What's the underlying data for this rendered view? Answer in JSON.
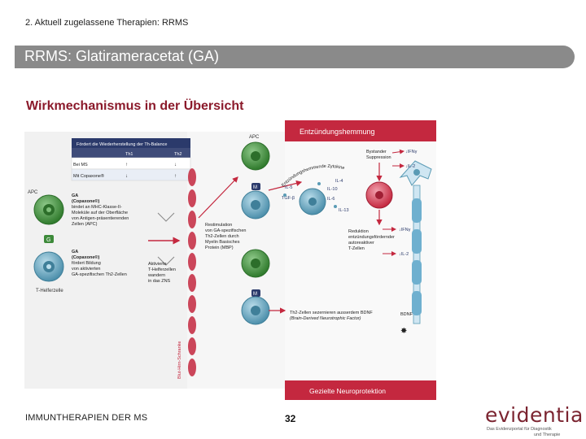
{
  "breadcrumb": "2. Aktuell zugelassene Therapien: RRMS",
  "title": "RRMS: Glatirameracetat (GA)",
  "subtitle": "Wirkmechanismus in der Übersicht",
  "figure": {
    "table": {
      "header": "Fördert die Wiederherstellung der Th-Balance",
      "col1": "Th1",
      "col2": "Th2",
      "row1_label": "Bei MS",
      "row1_v1": "↑",
      "row1_v2": "↓",
      "row2_label": "Mit Copaxone®",
      "row2_v1": "↓",
      "row2_v2": "↑"
    },
    "apc_label_left": "APC",
    "apc_label_top": "APC",
    "ga_block_1": [
      "GA",
      "(Copaxone®)",
      "bindet an MHC-Klasse-II-",
      "Moleküle auf der Oberfläche",
      "von Antigen-präsentierenden",
      "Zellen (APC)"
    ],
    "ga_block_2": [
      "GA",
      "(Copaxone®)",
      "fördert Bildung",
      "von aktivierten",
      "GA-spezifischen Th2-Zellen"
    ],
    "t_cell_label": "T-Helferzelle",
    "activated_label": [
      "Aktivierte",
      "T-Helferzellen",
      "wandern",
      "in das ZNS"
    ],
    "restim_label": [
      "Restimulation",
      "von GA-spezifischen",
      "Th2-Zellen durch",
      "Myelin Basisches",
      "Protein (MBP)"
    ],
    "bbb_label": "Blut-Hirn-Schranke",
    "header_box": "Entzündungshemmung",
    "bystander": [
      "Bystander",
      "Suppression"
    ],
    "curve_label": "Entzündungshemmende Zytokine",
    "cytokines_left": [
      "IL-5",
      "TGF-β"
    ],
    "cytokines_right": [
      "IL-4",
      "IL-10",
      "IL-6",
      "IL-13"
    ],
    "right_labels": [
      "↓IFNγ",
      "↓IL-2",
      "↓IFNγ",
      "↓IL-2"
    ],
    "reduction_label": [
      "Reduktion",
      "entzündungsfördernder",
      "autoreaktiver",
      "T-Zellen"
    ],
    "bdnf_text": [
      "Th2-Zellen sezernieren ausserdem BDNF",
      "(Brain-Derived Neurotrophic Factor)"
    ],
    "bdnf": "BDNF",
    "m_label": "M",
    "g_label": "G",
    "footer_box": "Gezielte Neuroprotektion",
    "colors": {
      "crimson": "#c4283f",
      "green": "#3d8a3a",
      "teal": "#5a9bb5",
      "navy": "#2b3a6b"
    }
  },
  "footer": {
    "left": "IMMUNTHERAPIEN DER MS",
    "page": "32"
  },
  "logo": {
    "word": "evidentia",
    "tag1": "Das Evidenzportal für Diagnostik",
    "tag2": "und Therapie"
  }
}
